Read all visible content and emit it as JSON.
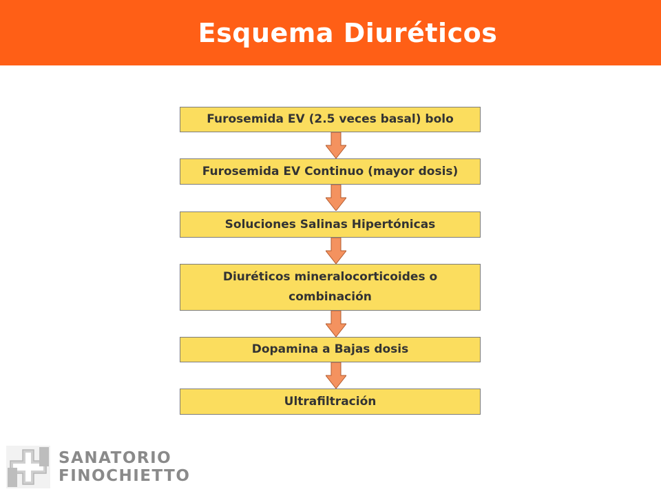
{
  "header": {
    "title": "Esquema Diuréticos",
    "color": "#ff5f16"
  },
  "steps": [
    {
      "label": "Furosemida EV (2.5 veces basal) bolo"
    },
    {
      "label": "Furosemida EV Continuo (mayor dosis)"
    },
    {
      "label": "Soluciones Salinas Hipertónicas"
    },
    {
      "label": "Diuréticos mineralocorticoides o combinación"
    },
    {
      "label": "Dopamina a Bajas dosis"
    },
    {
      "label": "Ultrafiltración"
    }
  ],
  "box_color": "#fbdd5e",
  "arrow_color": "#f4925f",
  "logo": {
    "line1": "SANATORIO",
    "line2": "FINOCHIETTO",
    "icon": "cross-logo-icon"
  }
}
